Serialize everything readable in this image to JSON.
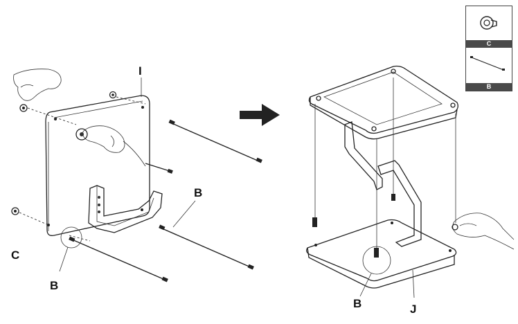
{
  "labels": {
    "panel": "I",
    "cap_left": "C",
    "bolt_left": "B",
    "bolt_right_top": "B",
    "bolt_center": "B",
    "base": "J"
  },
  "legend": {
    "items": [
      {
        "caption": "C",
        "icon": "cap-nut-icon"
      },
      {
        "caption": "B",
        "icon": "threaded-rod-icon"
      }
    ]
  },
  "arrow": {
    "icon": "right-arrow-icon",
    "color": "#222222"
  }
}
